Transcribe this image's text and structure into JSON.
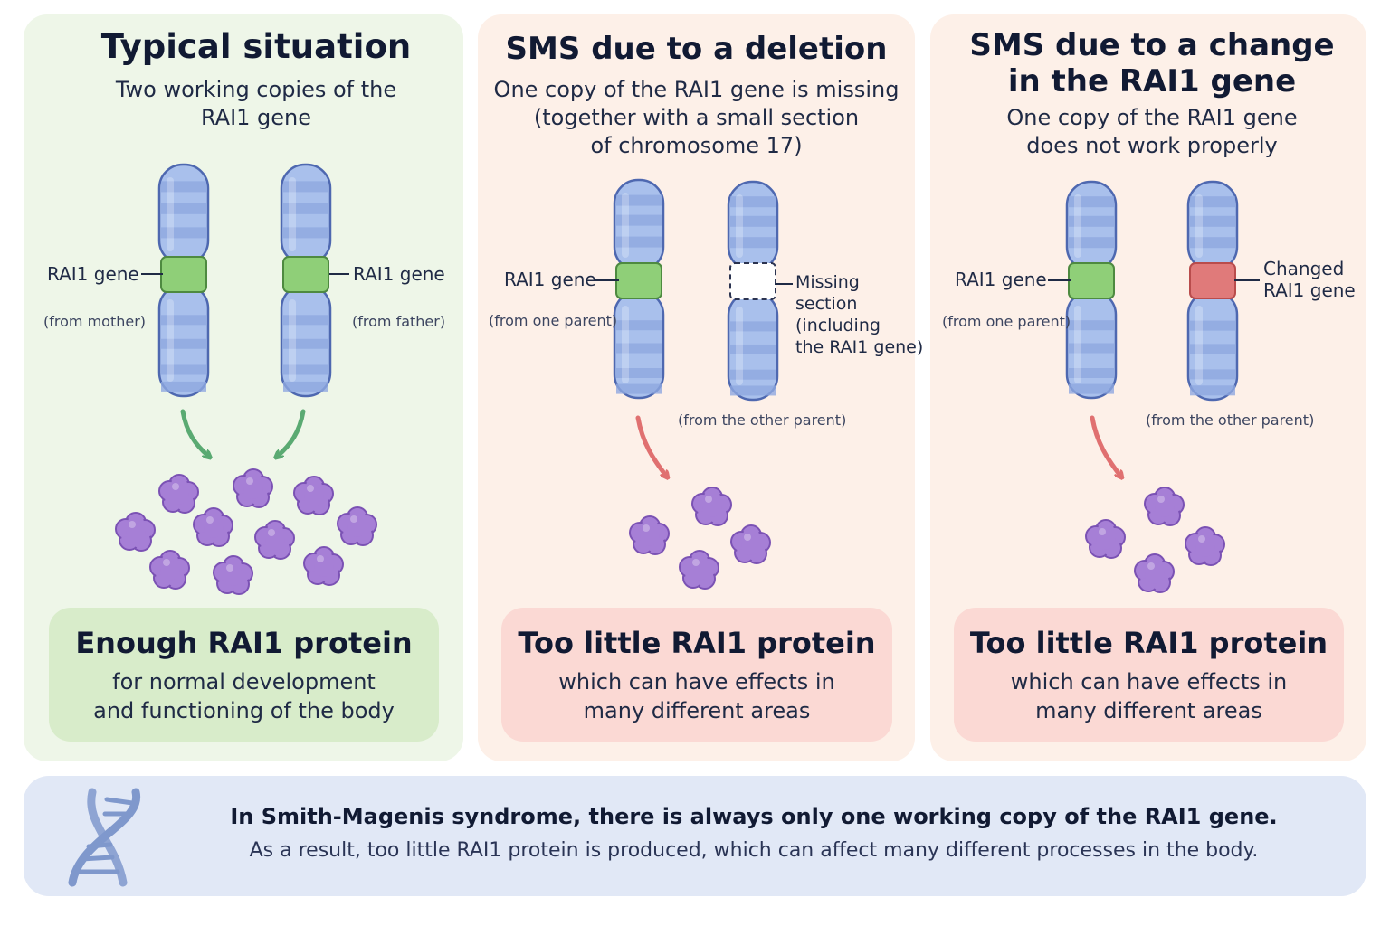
{
  "panels": [
    {
      "title": "Typical situation",
      "subtitle": "Two working copies of the\nRAI1 gene",
      "left_label": "RAI1 gene",
      "left_note": "(from mother)",
      "right_label": "RAI1 gene",
      "right_note": "(from father)",
      "result_title": "Enough RAI1 protein",
      "result_text": "for normal development\nand functioning of the body"
    },
    {
      "title": "SMS due to a deletion",
      "subtitle": "One copy of the RAI1 gene is missing\n(together with a small section\nof chromosome 17)",
      "left_label": "RAI1 gene",
      "left_note": "(from one parent)",
      "right_label": "Missing\nsection\n(including\nthe RAI1 gene)",
      "right_note": "(from the other parent)",
      "result_title": "Too little RAI1 protein",
      "result_text": "which can have effects in\nmany different areas"
    },
    {
      "title": "SMS due to a change\nin the RAI1 gene",
      "subtitle": "One copy of the RAI1 gene\ndoes not work properly",
      "left_label": "RAI1 gene",
      "left_note": "(from one parent)",
      "right_label": "Changed\nRAI1 gene",
      "right_note": "(from the other parent)",
      "result_title": "Too little RAI1 protein",
      "result_text": "which can have effects in\nmany different areas"
    }
  ],
  "footer": {
    "line1": "In Smith-Magenis syndrome, there is always only one working copy of the RAI1 gene.",
    "line2": "As a result, too little RAI1 protein is produced, which can affect many different processes in the body."
  },
  "colors": {
    "panel_typical": "#eef6e8",
    "panel_sms": "#fdf0e8",
    "chromosome": "#a9c0ec",
    "chromosome_band": "#8fa8e0",
    "chromosome_outline": "#4e68b0",
    "gene_working": "#8fcf78",
    "gene_changed": "#e07a7a",
    "gene_missing": "#ffffff",
    "protein": "#a67fd6",
    "arrow_good": "#5aaa72",
    "arrow_bad": "#e07070",
    "footer_bg": "#e1e8f6",
    "dna_icon": "#7f98cc"
  },
  "icons": {
    "footer": "dna-icon",
    "protein": "protein-blob-icon"
  },
  "protein_counts": [
    10,
    4,
    4
  ]
}
